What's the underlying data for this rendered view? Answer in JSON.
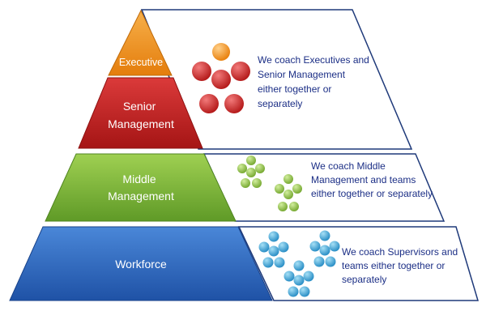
{
  "tiers": {
    "executive": {
      "label_lines": [
        "Executive"
      ],
      "color": "#f0901c",
      "description_lines": [
        "We coach Executives and",
        "Senior Management",
        "either together or",
        "separately"
      ]
    },
    "senior": {
      "label_lines": [
        "Senior",
        "Management"
      ],
      "color": "#c41f1f"
    },
    "middle": {
      "label_lines": [
        "Middle",
        "Management"
      ],
      "color": "#7cb13a",
      "description_lines": [
        "We coach Middle",
        "Management  and teams",
        "either together or separately"
      ]
    },
    "workforce": {
      "label_lines": [
        "Workforce"
      ],
      "color": "#2f6bc0",
      "description_lines": [
        "We coach Supervisors and",
        "teams either together or",
        "separately"
      ]
    }
  },
  "icons": {
    "executive_group": "people-group-icon (orange leader with red team)",
    "middle_groups": "people-group-icon (green teams)",
    "workforce_groups": "people-group-icon (blue teams)"
  },
  "colors": {
    "panel_border": "#1f3a7a",
    "description_text": "#1c2f86",
    "orange_circle": "#f39a1e",
    "red_circle": "#d42a2a",
    "green_circle": "#8fc14a",
    "blue_circle": "#36a4d6"
  }
}
